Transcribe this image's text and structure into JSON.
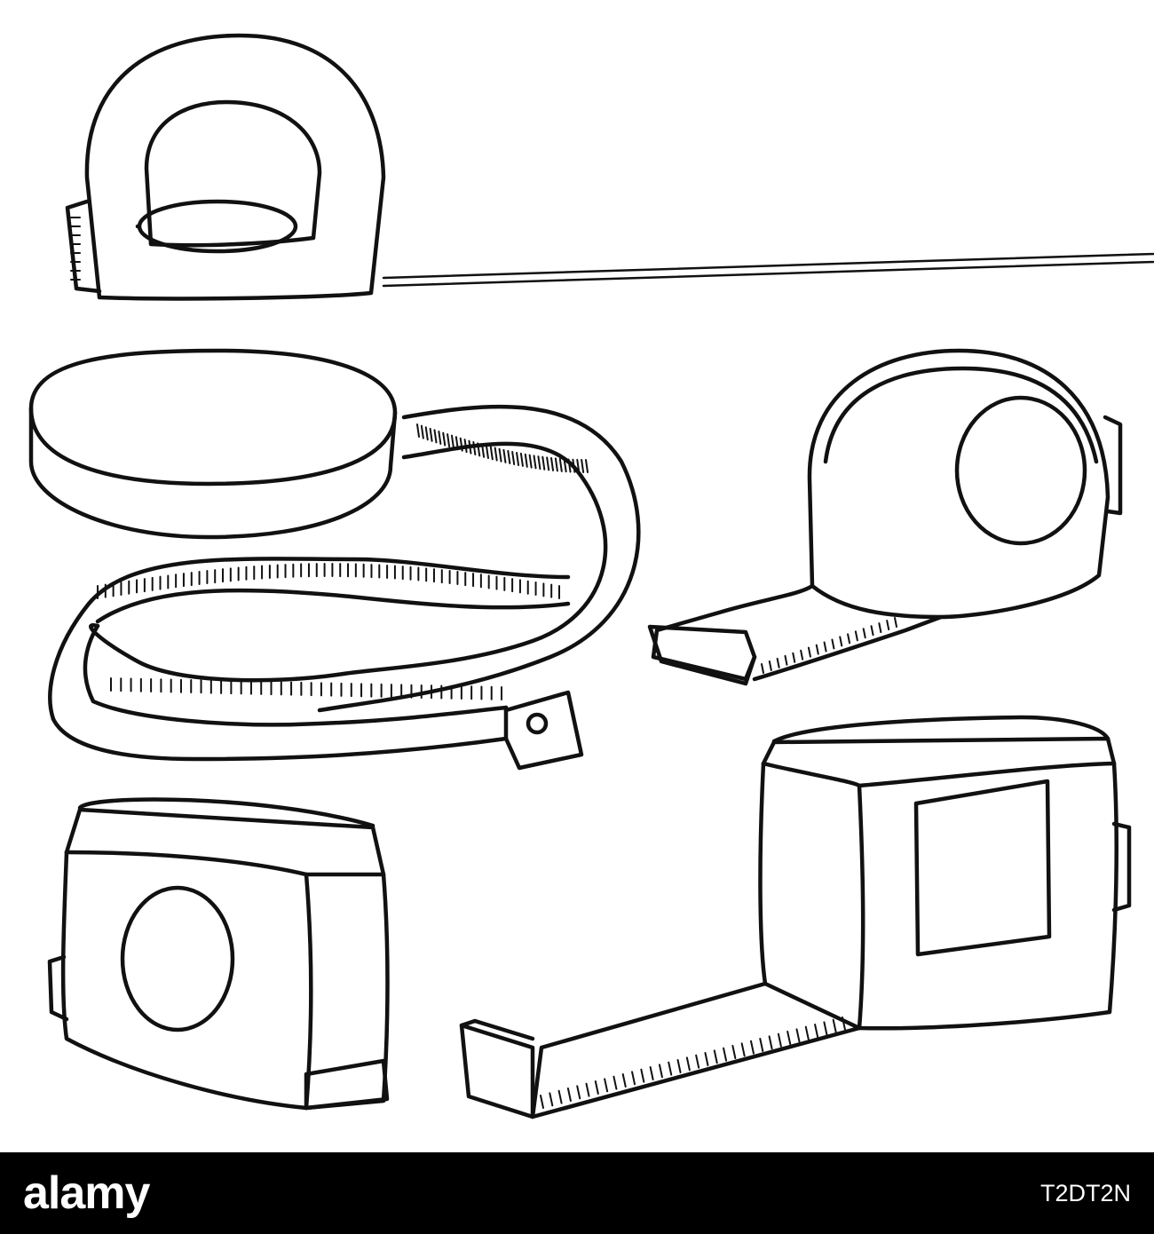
{
  "illustration": {
    "style": "black line art on white background",
    "line_color": "#111111",
    "background_color": "#ffffff",
    "subjects": [
      "tape-measure-extended",
      "sewing-tape-measure",
      "tape-measure-side",
      "tape-measure-box",
      "tape-measure-box-extended"
    ]
  },
  "footer": {
    "brand": "alamy",
    "image_id": "T2DT2N",
    "background_color": "#000000",
    "text_color": "#ffffff"
  }
}
